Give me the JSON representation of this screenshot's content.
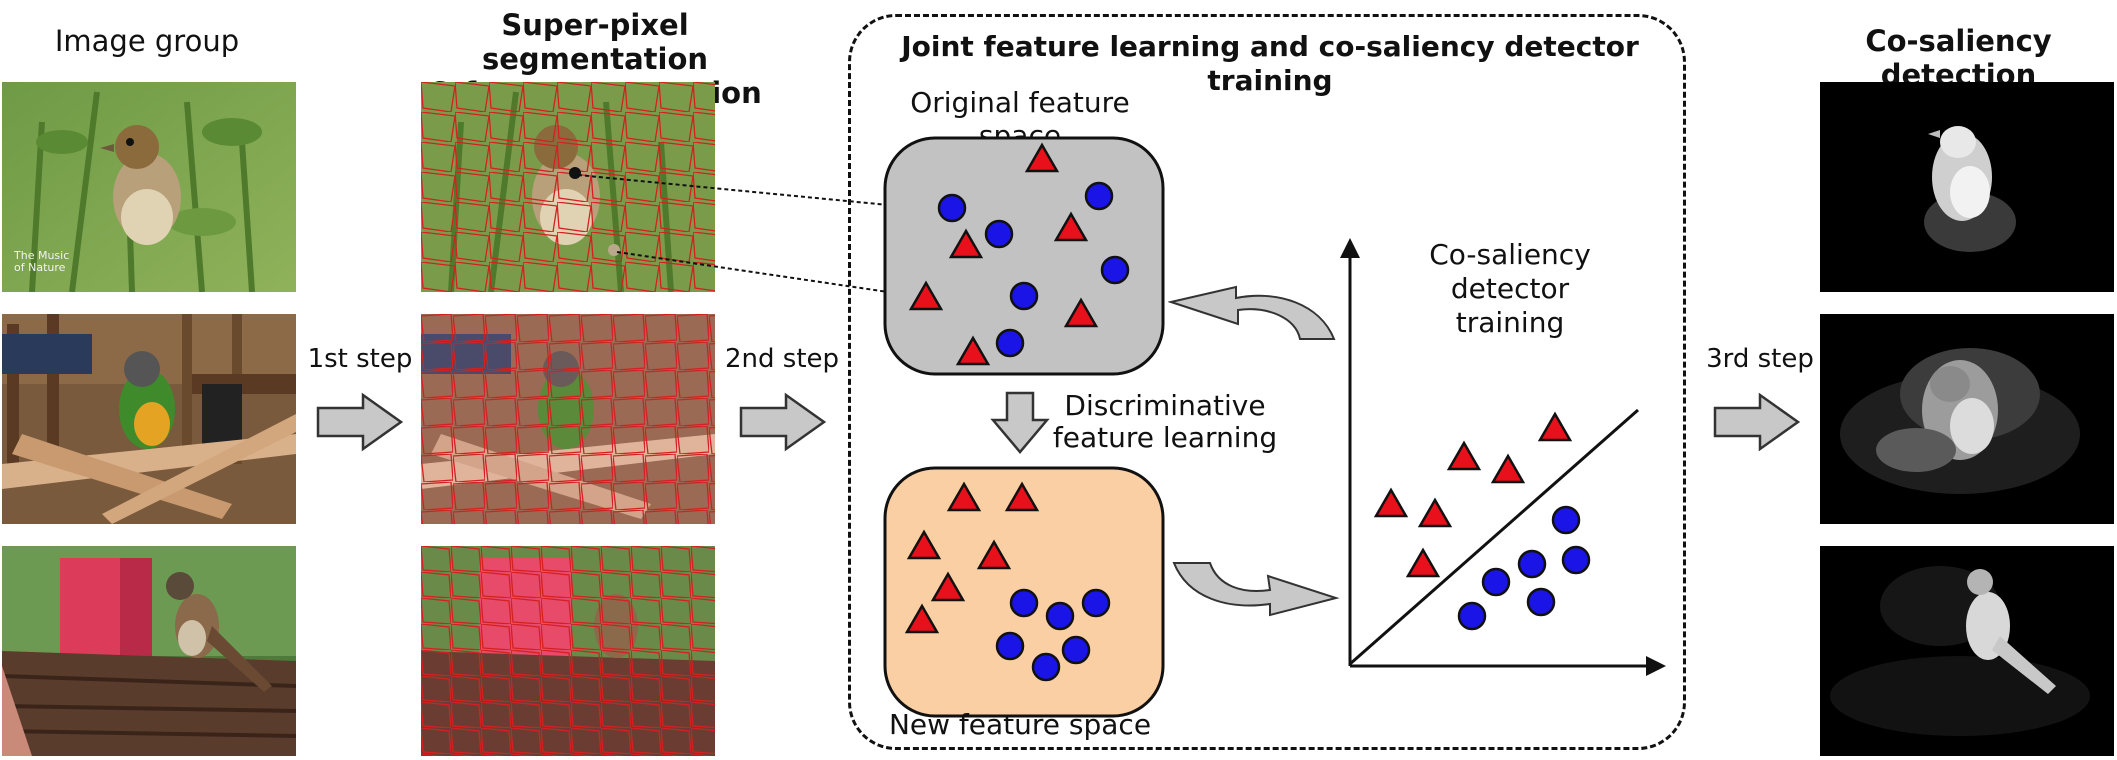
{
  "headers": {
    "image_group": "Image group",
    "superpixel": "Super-pixel segmentation\n& feature extraction",
    "joint": "Joint feature learning and co-saliency detector training",
    "cosaliency": "Co-saliency detection"
  },
  "steps": {
    "first": "1st step",
    "second": "2nd step",
    "third": "3rd step"
  },
  "feature_spaces": {
    "original": "Original feature space",
    "new": "New feature space",
    "discriminative": "Discriminative\nfeature learning",
    "detector_training": "Co-saliency\ndetector training"
  },
  "watermark": "The Music of Nature",
  "colors": {
    "triangle": "#e8101a",
    "circle": "#1a14e6",
    "original_box": "#c2c2c2",
    "new_box": "#fbcfa4",
    "arrow_fill": "#c8c8c8"
  },
  "icons": {
    "step_arrow": "right-block-arrow",
    "down_arrow": "down-block-arrow",
    "curved_arrow": "curved-arrow"
  }
}
